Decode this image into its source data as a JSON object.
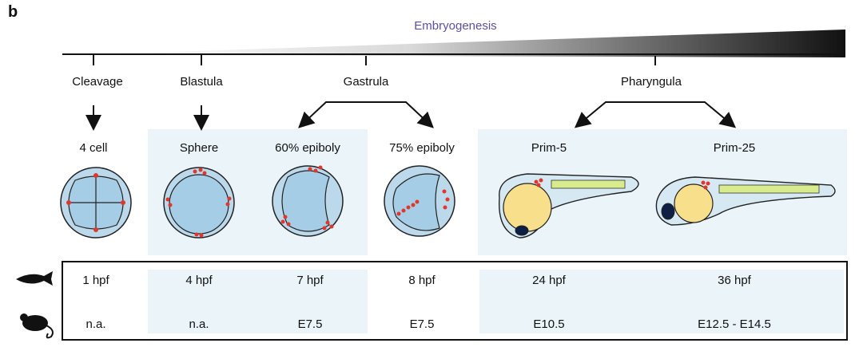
{
  "panel_letter": "b",
  "wedge_title": "Embryogenesis",
  "stages": {
    "cleavage": "Cleavage",
    "blastula": "Blastula",
    "gastrula": "Gastrula",
    "pharyngula": "Pharyngula"
  },
  "substages": [
    "4 cell",
    "Sphere",
    "60% epiboly",
    "75% epiboly",
    "Prim-5",
    "Prim-25"
  ],
  "table": {
    "zebrafish_icon": "zebrafish-icon",
    "mouse_icon": "mouse-icon",
    "hpf": [
      "1 hpf",
      "4 hpf",
      "7 hpf",
      "8 hpf",
      "24 hpf",
      "36 hpf"
    ],
    "mouse": [
      "n.a.",
      "n.a.",
      "E7.5",
      "E7.5",
      "E10.5",
      "E12.5 - E14.5"
    ]
  },
  "colors": {
    "shading": "#eaf4f9",
    "embryo_fill": "#9fcbe6",
    "yolk": "#f7df8c",
    "notochord": "#d8ec8e",
    "marker_dots": "#e0362c",
    "title": "#5a4fa8"
  }
}
